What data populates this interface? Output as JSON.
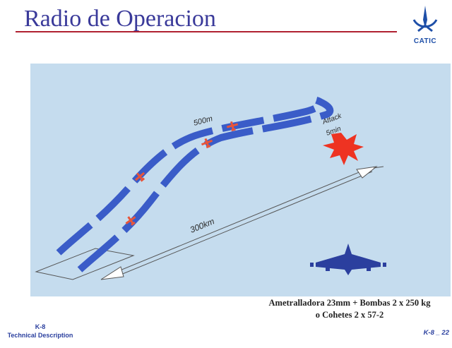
{
  "slide": {
    "title": "Radio de Operacion"
  },
  "logo": {
    "text": "CATIC",
    "icon": "catic-logo-icon",
    "color": "#1e4fa8"
  },
  "diagram": {
    "label_500m": "500m",
    "label_attack": "Attack",
    "label_5min": "5min",
    "label_300km": "300km",
    "colors": {
      "background": "#c5dcee",
      "track": "#3a5cc8",
      "aircraft_small": "#e8553a",
      "attack_star": "#ee3322",
      "aircraft_large": "#2b3f9e"
    }
  },
  "caption": {
    "line1": "Ametralladora 23mm + Bombas 2 x 250 kg",
    "line2": "o Cohetes 2 x 57-2"
  },
  "footer": {
    "model": "K-8",
    "doc_type": "Technical Description",
    "page": "K-8 _ 22"
  }
}
